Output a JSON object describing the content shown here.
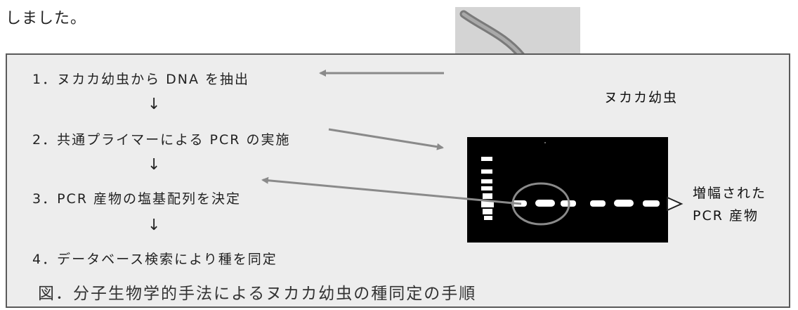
{
  "lead_text": "しました。",
  "steps": [
    "1．ヌカカ幼虫から DNA を抽出",
    "2．共通プライマーによる PCR の実施",
    "3．PCR 産物の塩基配列を決定",
    "4．データベース検索により種を同定"
  ],
  "down_arrow": "↓",
  "larva_label": "ヌカカ幼虫",
  "product_label_line1": "増幅された",
  "product_label_line2": "PCR 産物",
  "caption": "図．分子生物学的手法によるヌカカ幼虫の種同定の手順",
  "colors": {
    "panel_bg": "#ededed",
    "panel_border": "#5a5a5a",
    "arrow": "#8a8a8a",
    "gel_bg": "#000000",
    "band": "#ffffff"
  }
}
